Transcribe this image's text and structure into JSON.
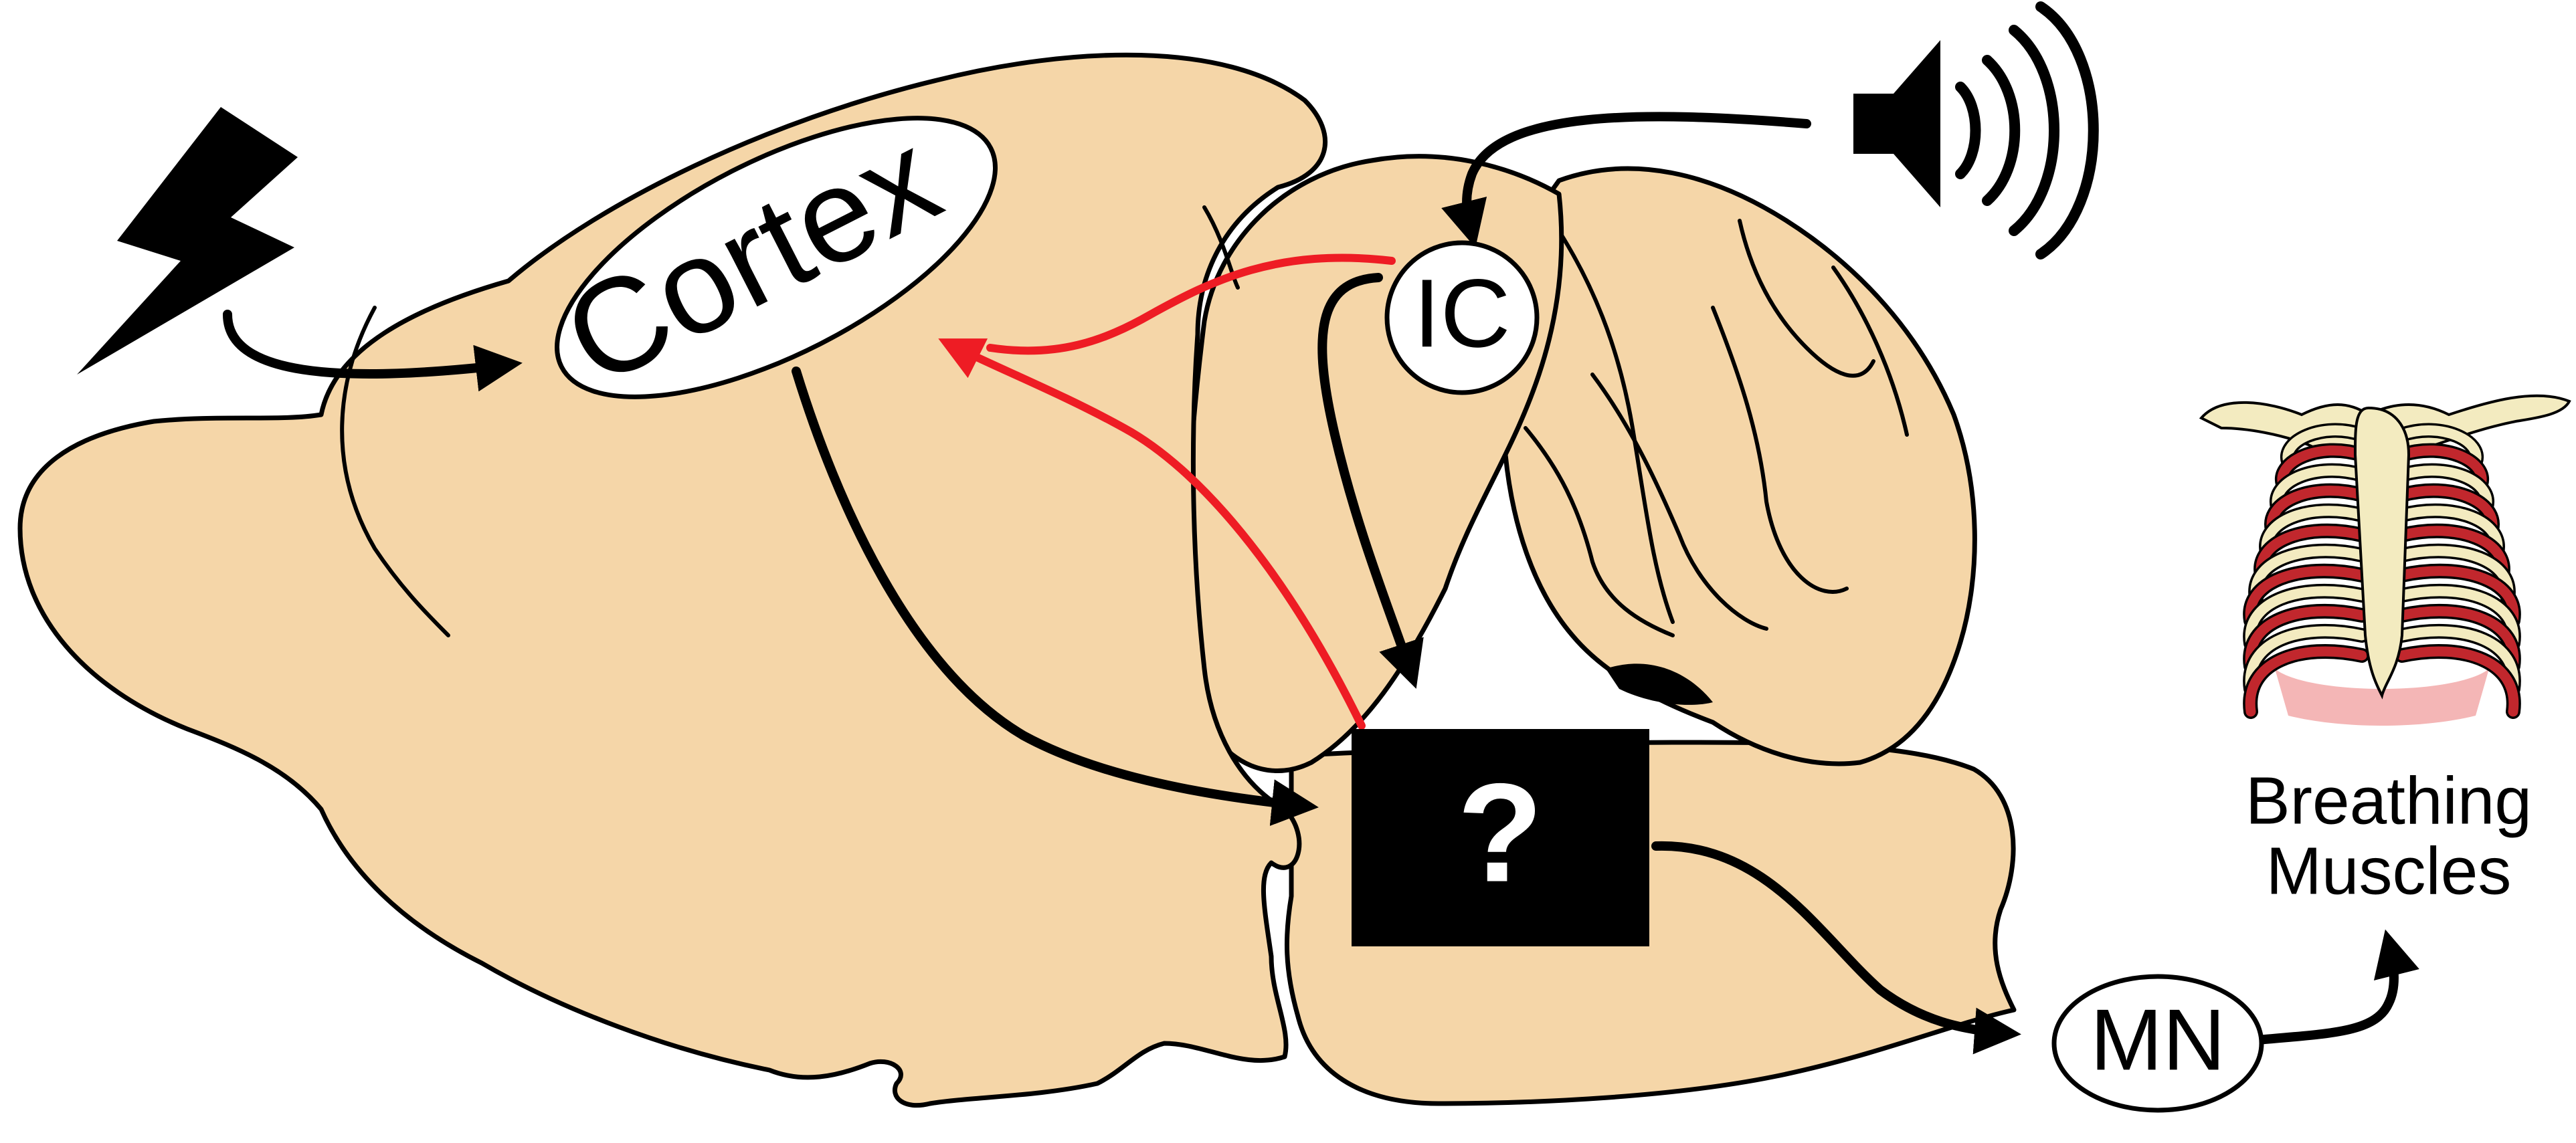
{
  "labels": {
    "cortex": "Cortex",
    "ic": "IC",
    "unknown": "?",
    "mn": "MN",
    "muscles_line1": "Breathing",
    "muscles_line2": "Muscles"
  },
  "colors": {
    "brain_fill": "#f5d6a8",
    "outline": "#000000",
    "pathway_black": "#000000",
    "pathway_red": "#ee1c24",
    "node_fill": "#ffffff",
    "box_fill": "#000000",
    "rib_red": "#c1272d",
    "rib_pink": "#f4b6b6",
    "bone": "#f3ebc0"
  },
  "icons": {
    "stimulus": "lightning-bolt-icon",
    "sound": "speaker-sound-icon",
    "target": "ribcage-icon"
  }
}
